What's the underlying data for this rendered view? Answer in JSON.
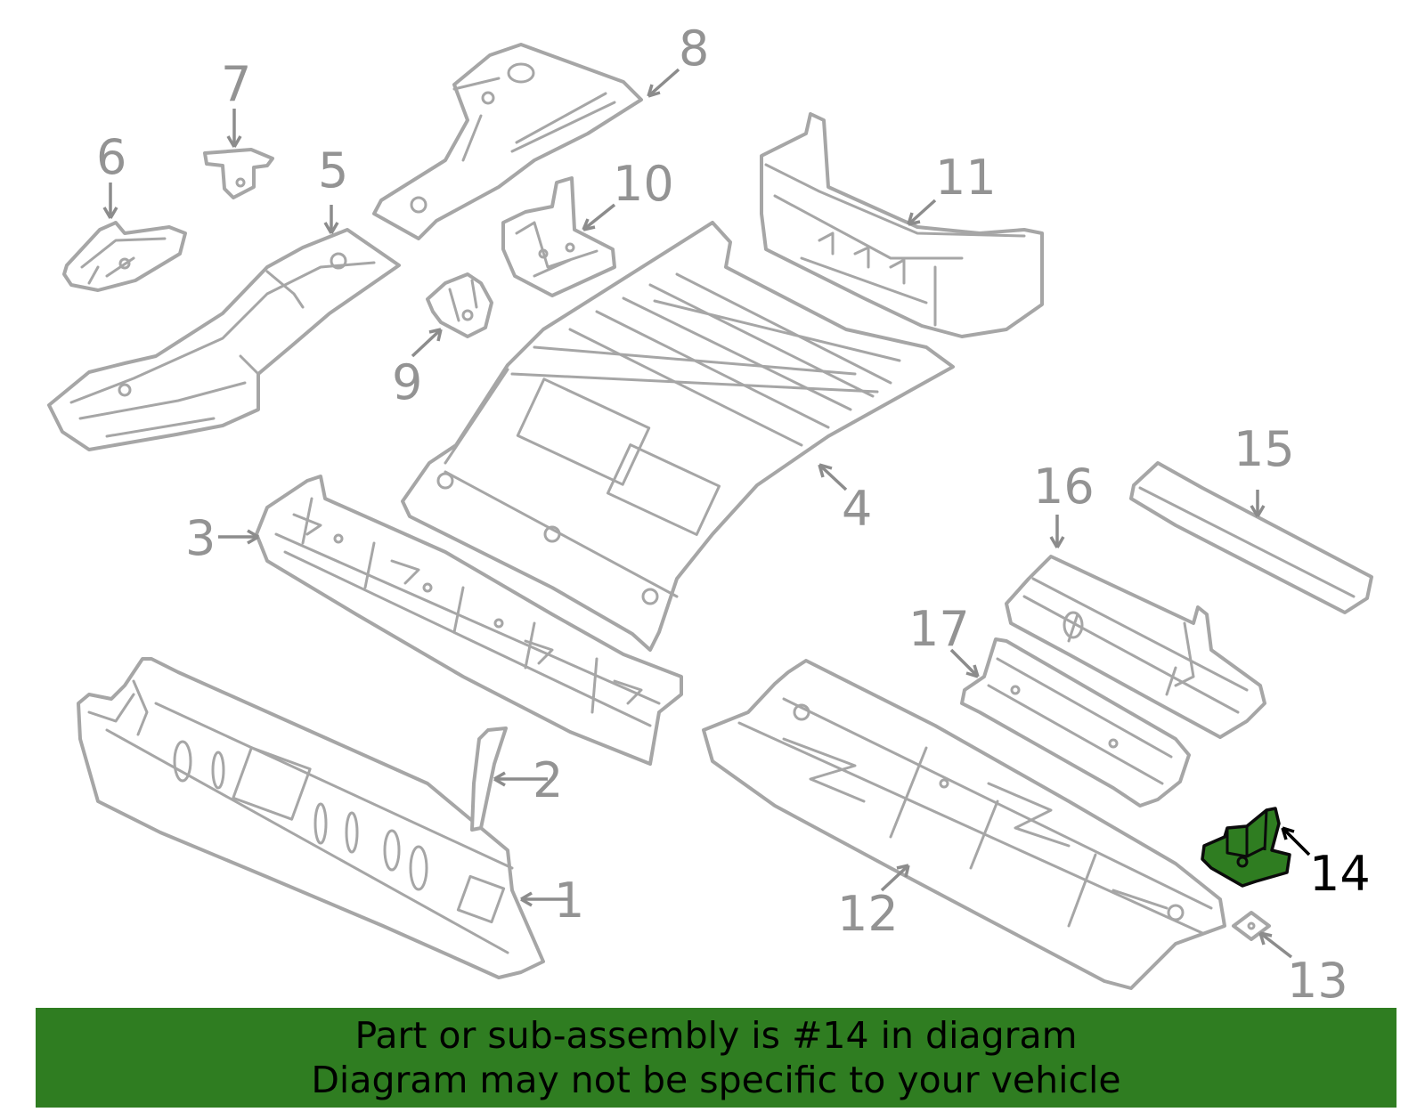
{
  "colors": {
    "line_art": "#a6a6a6",
    "callout_text": "#939393",
    "highlight_part": "#2f7d21",
    "banner_background": "#2f7d21",
    "banner_text": "#000000"
  },
  "callouts": [
    {
      "id": "1",
      "label": "1",
      "highlighted": false
    },
    {
      "id": "2",
      "label": "2",
      "highlighted": false
    },
    {
      "id": "3",
      "label": "3",
      "highlighted": false
    },
    {
      "id": "4",
      "label": "4",
      "highlighted": false
    },
    {
      "id": "5",
      "label": "5",
      "highlighted": false
    },
    {
      "id": "6",
      "label": "6",
      "highlighted": false
    },
    {
      "id": "7",
      "label": "7",
      "highlighted": false
    },
    {
      "id": "8",
      "label": "8",
      "highlighted": false
    },
    {
      "id": "9",
      "label": "9",
      "highlighted": false
    },
    {
      "id": "10",
      "label": "10",
      "highlighted": false
    },
    {
      "id": "11",
      "label": "11",
      "highlighted": false
    },
    {
      "id": "12",
      "label": "12",
      "highlighted": false
    },
    {
      "id": "13",
      "label": "13",
      "highlighted": false
    },
    {
      "id": "14",
      "label": "14",
      "highlighted": true
    },
    {
      "id": "15",
      "label": "15",
      "highlighted": false
    },
    {
      "id": "16",
      "label": "16",
      "highlighted": false
    },
    {
      "id": "17",
      "label": "17",
      "highlighted": false
    }
  ],
  "banner": {
    "line1": "Part or sub-assembly is #14 in diagram",
    "line2": "Diagram may not be specific to your vehicle"
  }
}
